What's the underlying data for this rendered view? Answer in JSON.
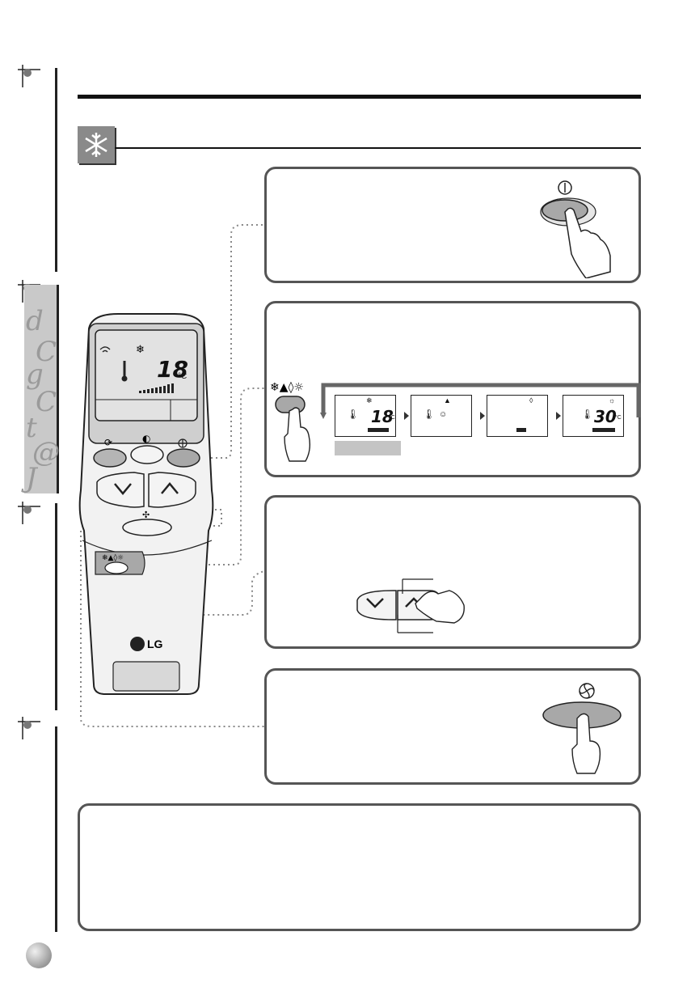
{
  "remote": {
    "display_temp": "18",
    "display_unit": "°C",
    "brand_logo": "LG"
  },
  "mode_sequence": [
    {
      "mode": "cooling",
      "temp": "18",
      "unit": "°C"
    },
    {
      "mode": "auto",
      "temp": "",
      "unit": ""
    },
    {
      "mode": "dehumidify",
      "temp": "",
      "unit": ""
    },
    {
      "mode": "heating",
      "temp": "30",
      "unit": "°C"
    }
  ],
  "icons": {
    "section": "snowflake-icon",
    "power": "power-icon",
    "fan": "fan-icon",
    "mode": "mode-icons"
  },
  "colors": {
    "badge": "#8a8a8a",
    "side_tab": "#c9c9c9",
    "button_grey": "#a8a8a8"
  }
}
